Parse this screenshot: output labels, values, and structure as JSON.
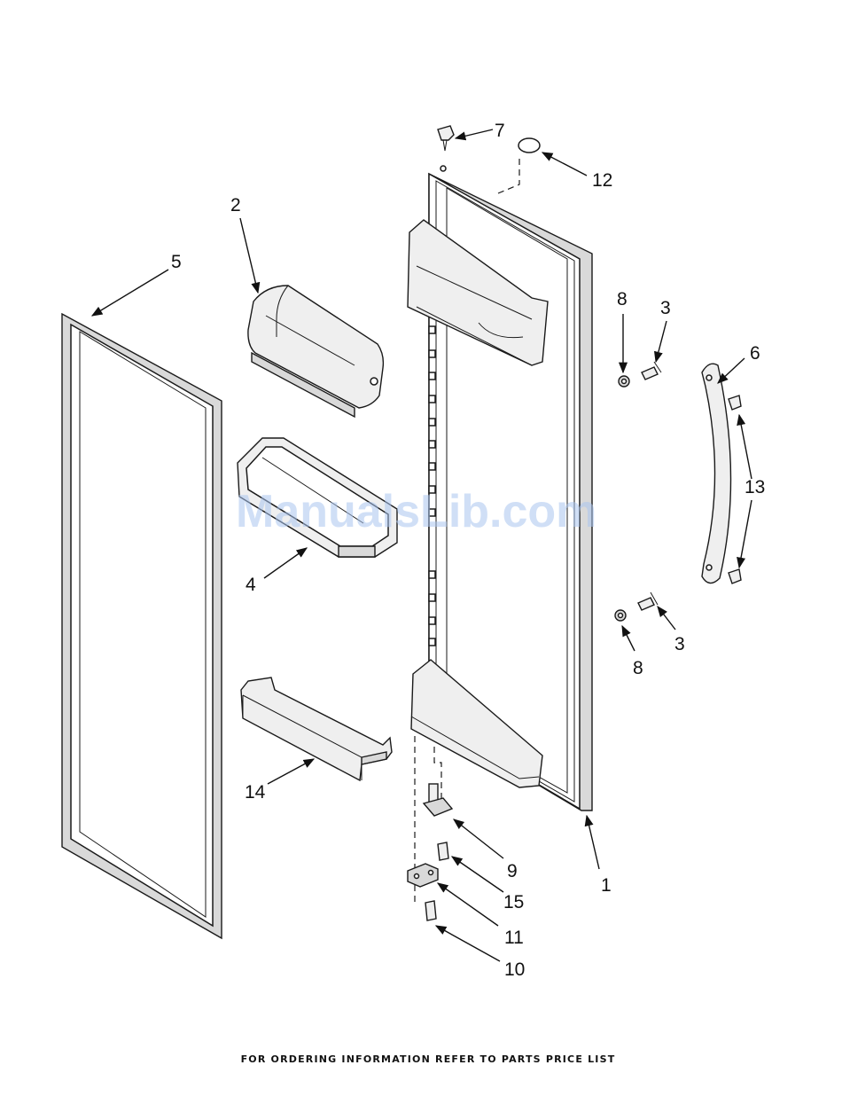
{
  "callouts": {
    "c1": "1",
    "c2": "2",
    "c3a": "3",
    "c3b": "3",
    "c4": "4",
    "c5": "5",
    "c6": "6",
    "c7": "7",
    "c8a": "8",
    "c8b": "8",
    "c9": "9",
    "c10": "10",
    "c11": "11",
    "c12": "12",
    "c13": "13",
    "c14": "14",
    "c15": "15"
  },
  "watermark": "ManualsLib.com",
  "footer": "FOR ORDERING INFORMATION REFER TO PARTS PRICE LIST"
}
